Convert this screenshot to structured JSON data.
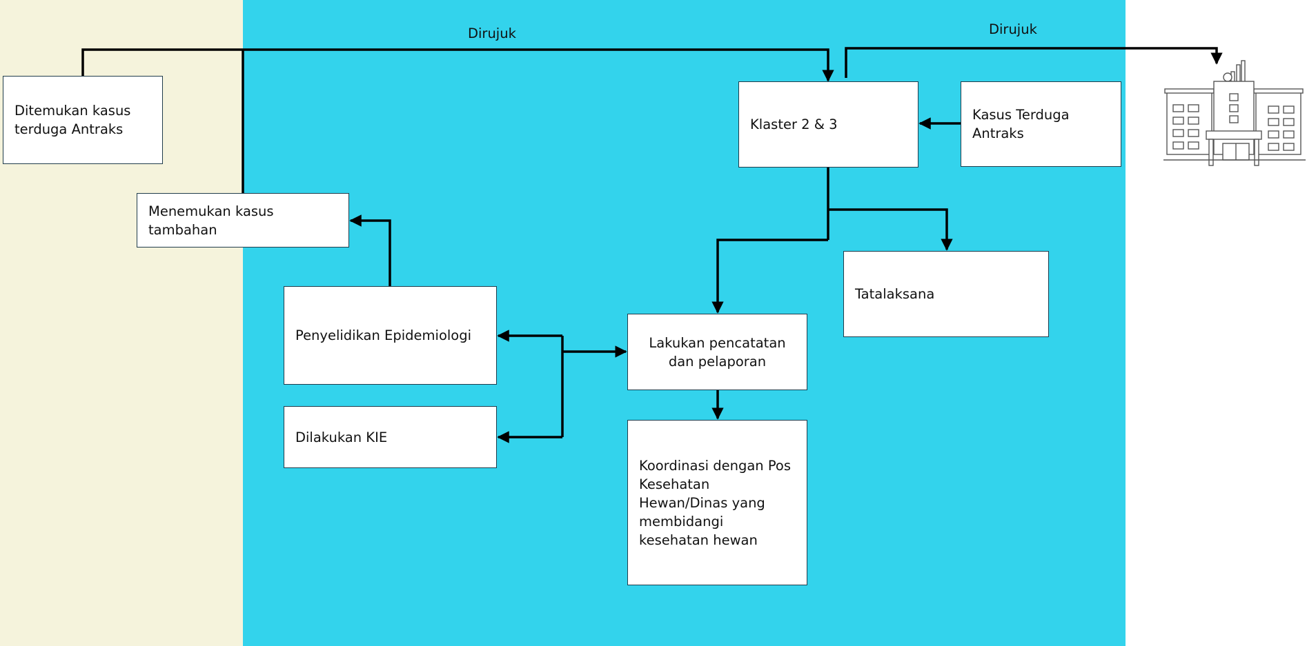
{
  "colors": {
    "left_panel": "#f5f3dc",
    "middle_panel": "#33d3ec",
    "right_panel": "#ffffff",
    "box_border": "#1f3b4a",
    "arrow": "#000000"
  },
  "boxes": {
    "ditemukan_kasus": "Ditemukan kasus terduga Antraks",
    "menemukan_kasus": "Menemukan kasus tambahan",
    "klaster": "Klaster 2 & 3",
    "kasus_terduga": "Kasus Terduga Antraks",
    "tatalaksana": "Tatalaksana",
    "penyelidikan": "Penyelidikan Epidemiologi",
    "lakukan_pencatatan": "Lakukan pencatatan dan pelaporan",
    "dilakukan_kie": "Dilakukan KIE",
    "koordinasi": "Koordinasi dengan Pos Kesehatan Hewan/Dinas yang membidangi kesehatan hewan"
  },
  "labels": {
    "dirujuk_left": "Dirujuk",
    "dirujuk_right": "Dirujuk"
  },
  "icons": {
    "hospital": "hospital-building-icon"
  }
}
